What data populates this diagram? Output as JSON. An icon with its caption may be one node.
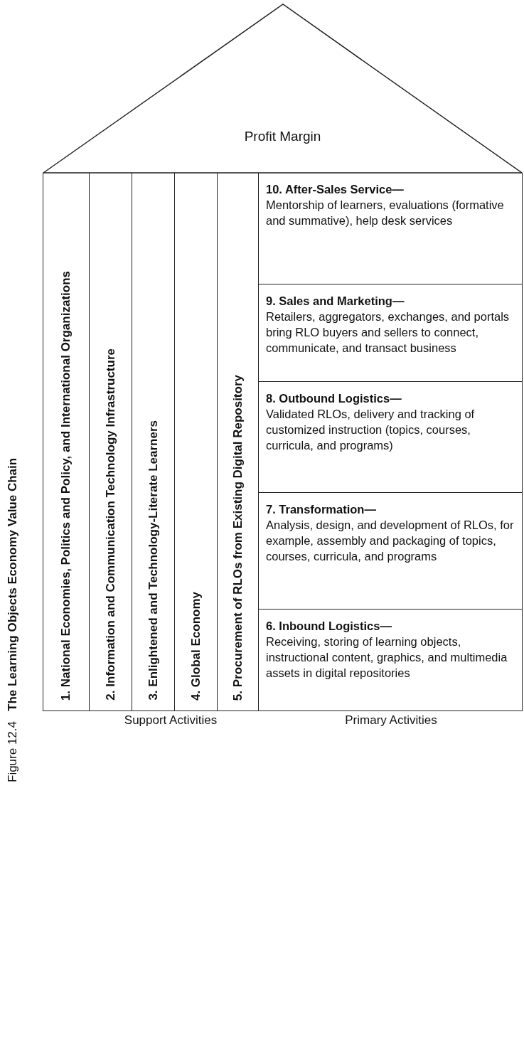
{
  "diagram": {
    "title": "The Learning Objects Economy Value Chain",
    "nodes": [
      {
        "text": [
          "Profit Margin"
        ]
      },
      {
        "text": [
          "1. National Economies, Politics and Policy, and International Organizations"
        ]
      },
      {
        "text": [
          "2. Information and Communication Technology Infrastructure"
        ]
      },
      {
        "text": [
          "3. Enlightened and Technology-Literate Learners"
        ]
      },
      {
        "text": [
          "4. Global Economy"
        ]
      },
      {
        "text": [
          "5. Procurement of RLOs from Existing Digital Repository"
        ]
      },
      {
        "text": [
          "10. After-Sales Service—",
          "Mentorship of learners, evaluations (formative and summative), help desk services"
        ]
      },
      {
        "text": [
          "9. Sales and Marketing—",
          "Retailers, aggregators, exchanges, and portals bring RLO buyers and sellers to connect, communicate, and transact business"
        ]
      },
      {
        "text": [
          "8. Outbound Logistics—",
          "Validated RLOs, delivery and tracking of customized instruction (topics, courses, curricula, and programs)"
        ]
      },
      {
        "text": [
          "7. Transformation—",
          "Analysis, design, and development of RLOs, for example, assembly and packaging of topics, courses, curricula, and programs"
        ]
      },
      {
        "text": [
          "6. Inbound Logistics—",
          "Receiving, storing of learning objects, instructional content, graphics, and multimedia assets in digital repositories"
        ]
      }
    ],
    "edges": [],
    "labels": [
      "Figure 12.4",
      "Support Activities",
      "Primary Activities"
    ]
  }
}
